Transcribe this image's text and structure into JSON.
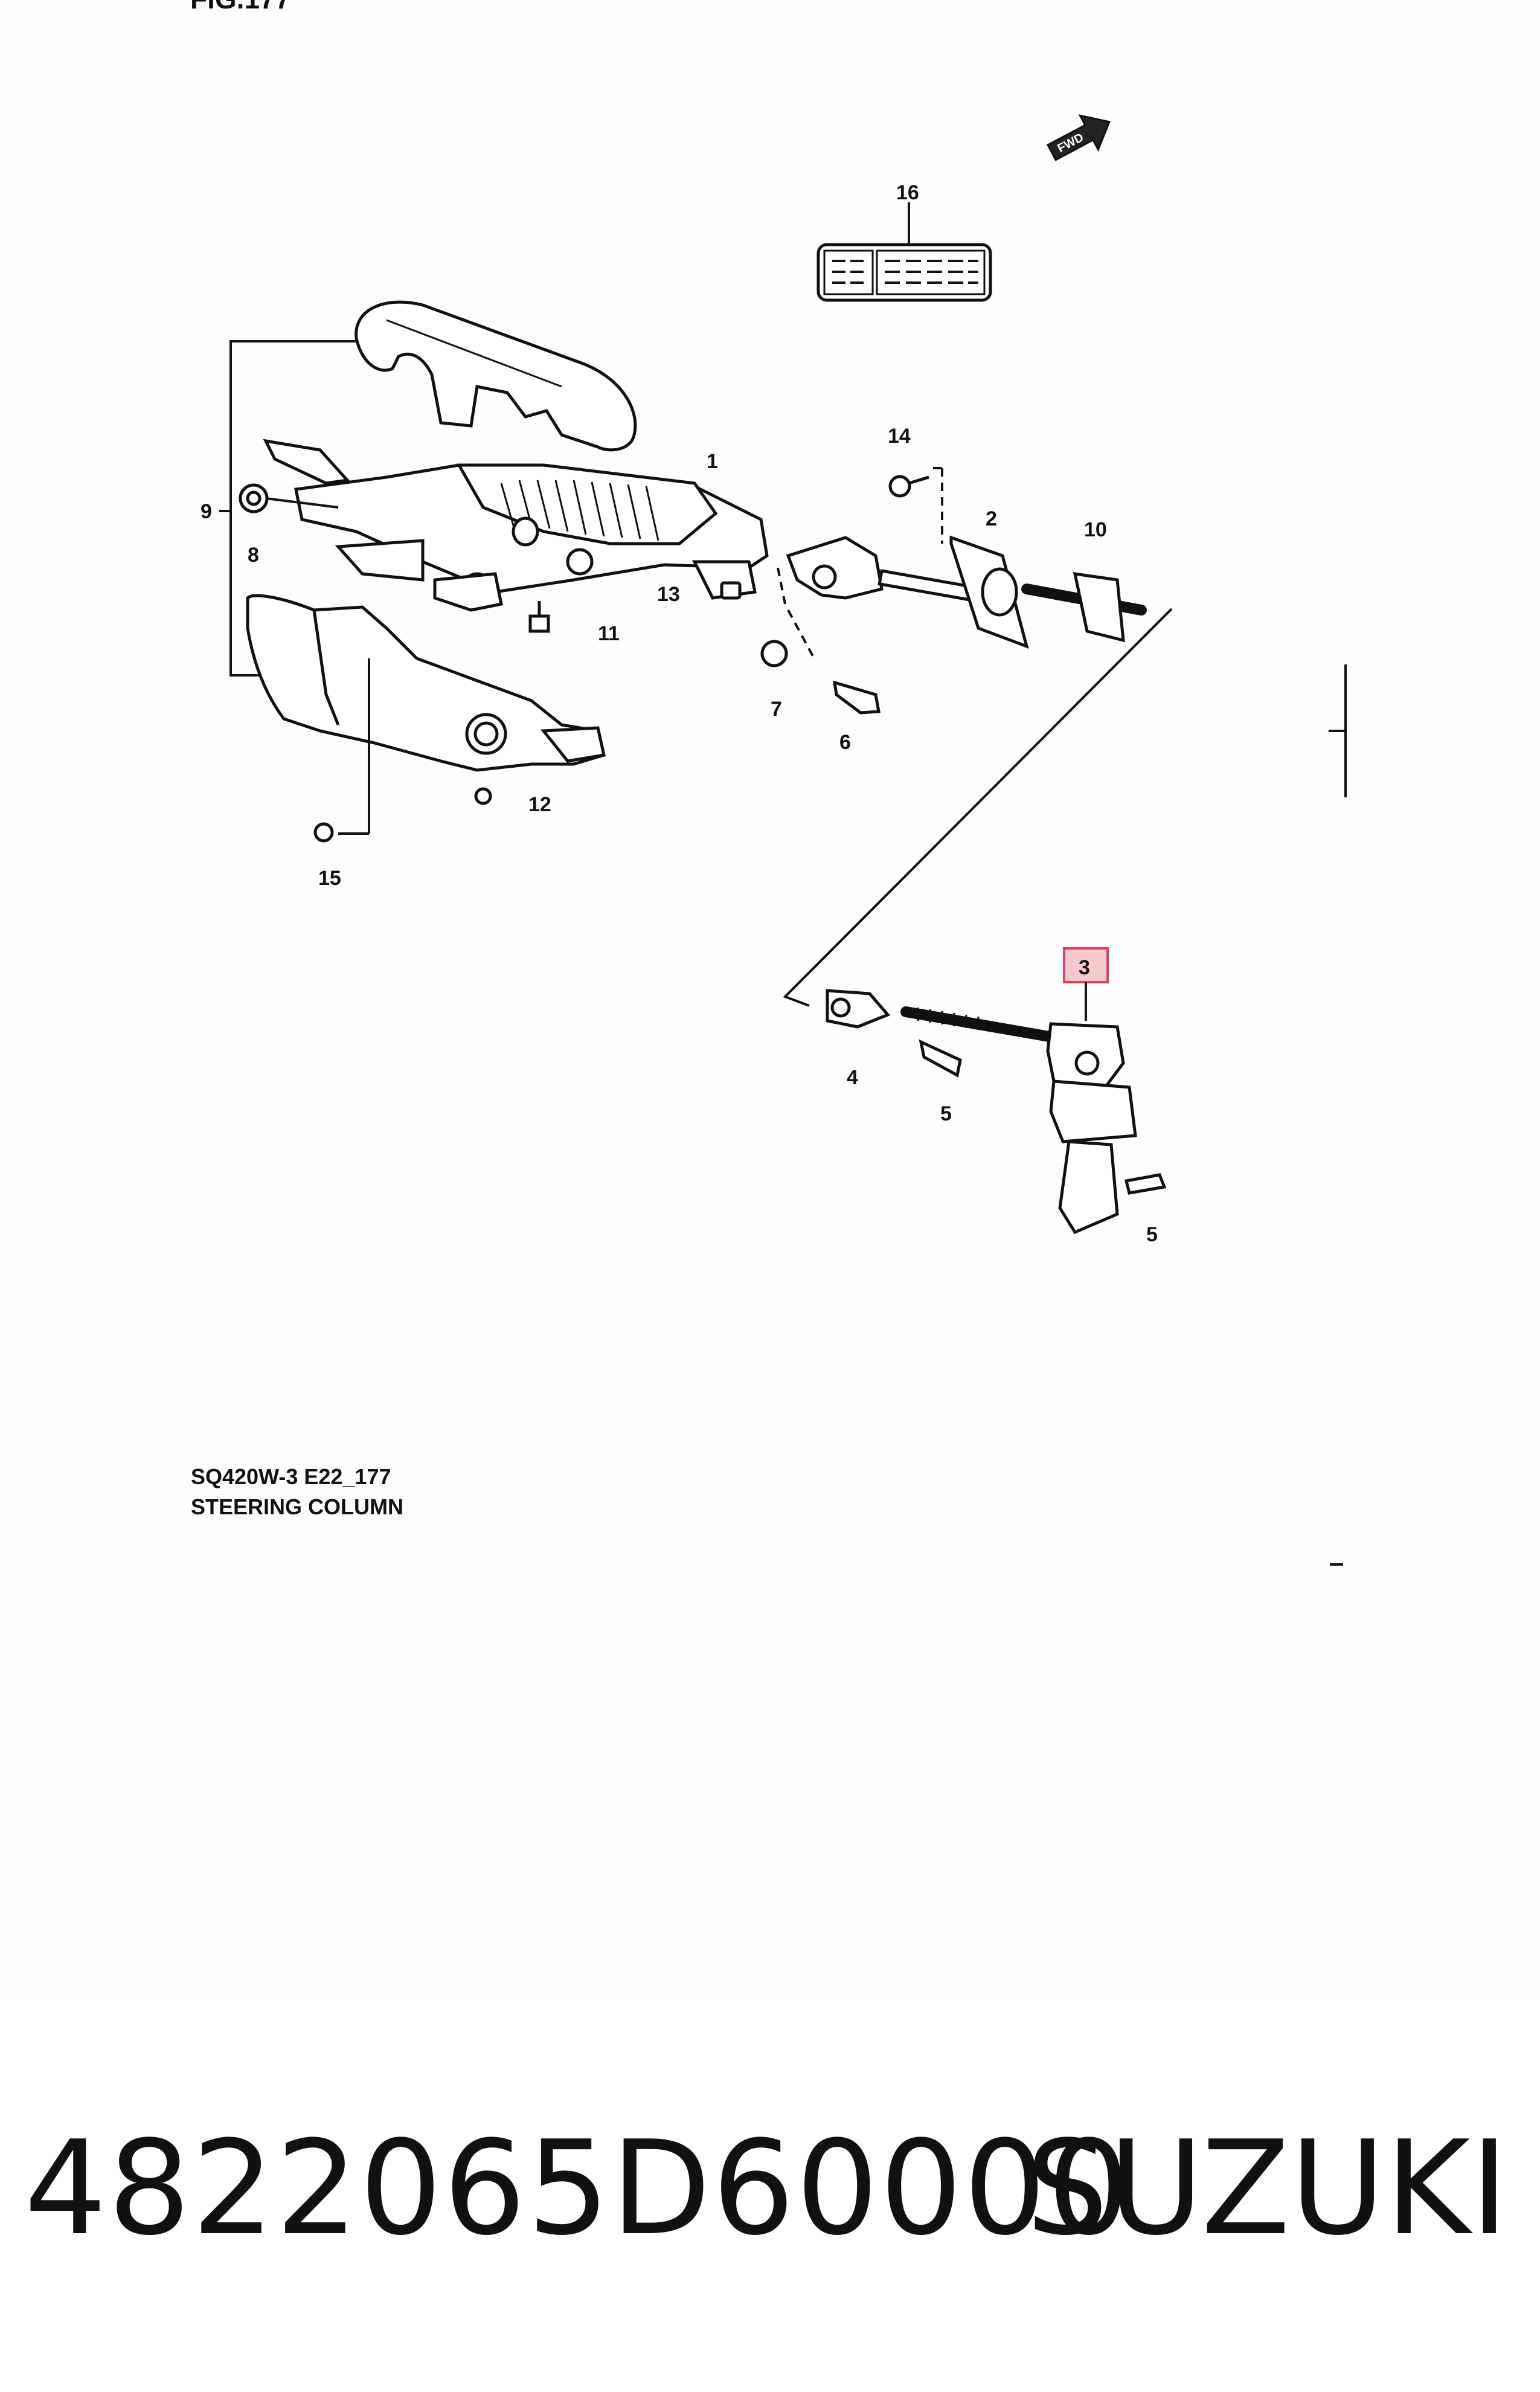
{
  "figure": {
    "label": "FIG.177"
  },
  "direction_marker": {
    "text": "FWD",
    "icon": "fwd-arrow-icon"
  },
  "callouts": {
    "c1": "1",
    "c2": "2",
    "c3": "3",
    "c4": "4",
    "c5a": "5",
    "c5b": "5",
    "c6": "6",
    "c7": "7",
    "c8": "8",
    "c9": "9",
    "c10": "10",
    "c11": "11",
    "c12": "12",
    "c13": "13",
    "c14": "14",
    "c15": "15",
    "c16": "16"
  },
  "highlight": {
    "callout": "3",
    "color": "#d9455f",
    "fill": "#f6c9d1"
  },
  "caption": {
    "code": "SQ420W-3 E22_177",
    "title": "STEERING COLUMN"
  },
  "footer": {
    "part_number": "4822065D60000",
    "brand": "SUZUKI"
  }
}
